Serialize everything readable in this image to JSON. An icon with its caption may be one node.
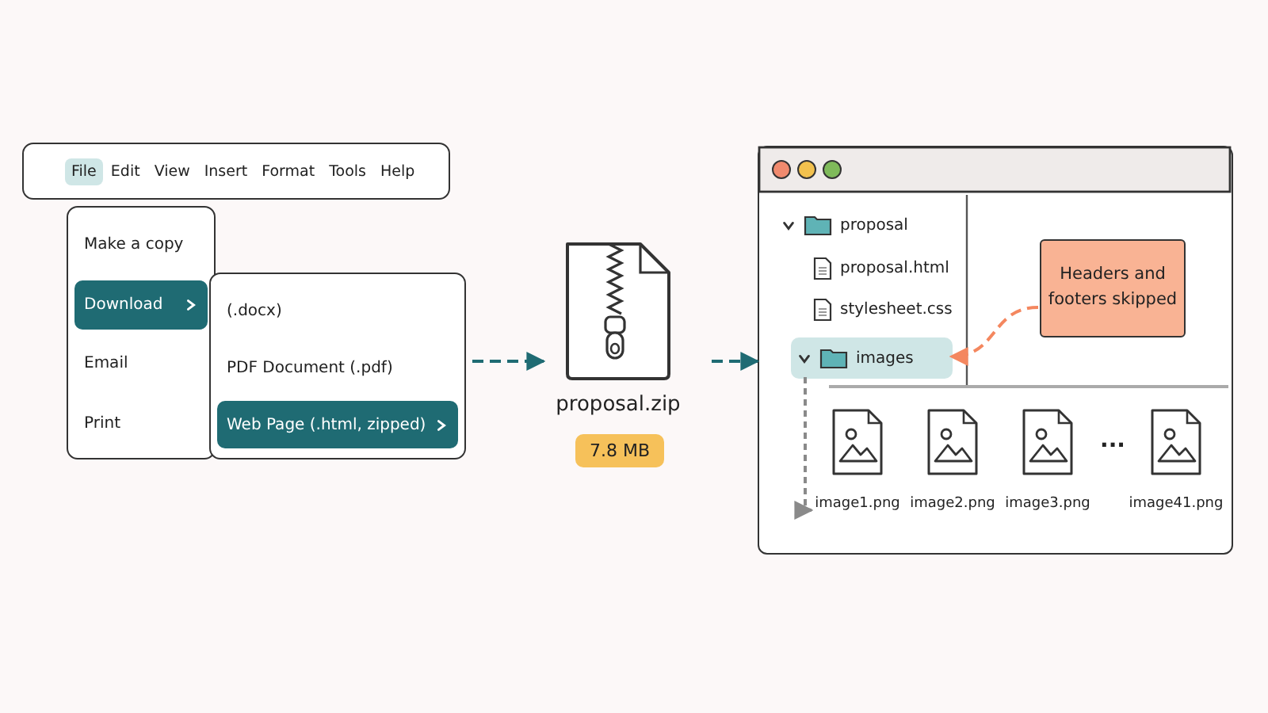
{
  "diagram": {
    "nodes": [
      {
        "text": [
          "File",
          "Edit",
          "View",
          "Insert",
          "Format",
          "Tools",
          "Help"
        ]
      },
      {
        "text": [
          "Make a copy",
          "Download",
          "Email",
          "Print"
        ]
      },
      {
        "text": [
          "(.docx)",
          "PDF Document (.pdf)",
          "Web Page (.html, zipped)"
        ]
      },
      {
        "text": [
          "proposal.zip"
        ],
        "beside": [
          "7.8 MB"
        ]
      },
      {
        "text": [],
        "shape": "window"
      },
      {
        "text": [
          "proposal"
        ],
        "in": 4
      },
      {
        "text": [
          "proposal.html"
        ],
        "in": 4
      },
      {
        "text": [
          "stylesheet.css"
        ],
        "in": 4
      },
      {
        "text": [
          "images"
        ],
        "in": 4
      },
      {
        "text": [
          "Headers and footers skipped"
        ],
        "in": 4
      },
      {
        "text": [
          "image1.png"
        ],
        "in": 4
      },
      {
        "text": [
          "image2.png"
        ],
        "in": 4
      },
      {
        "text": [
          "image3.png"
        ],
        "in": 4
      },
      {
        "text": [
          "image41.png"
        ],
        "in": 4
      }
    ],
    "edges": [
      {
        "from": 2,
        "to": 3,
        "arrow": "to",
        "style": "dashed"
      },
      {
        "from": 3,
        "to": 4,
        "arrow": "to",
        "style": "dashed"
      },
      {
        "from": 9,
        "to": 8,
        "arrow": "to",
        "style": "dashed",
        "color": "#f4875f"
      },
      {
        "from": 8,
        "to": 10,
        "arrow": "to",
        "style": "dashed",
        "color": "#8a8a8a"
      }
    ],
    "labels": [
      "..."
    ]
  }
}
